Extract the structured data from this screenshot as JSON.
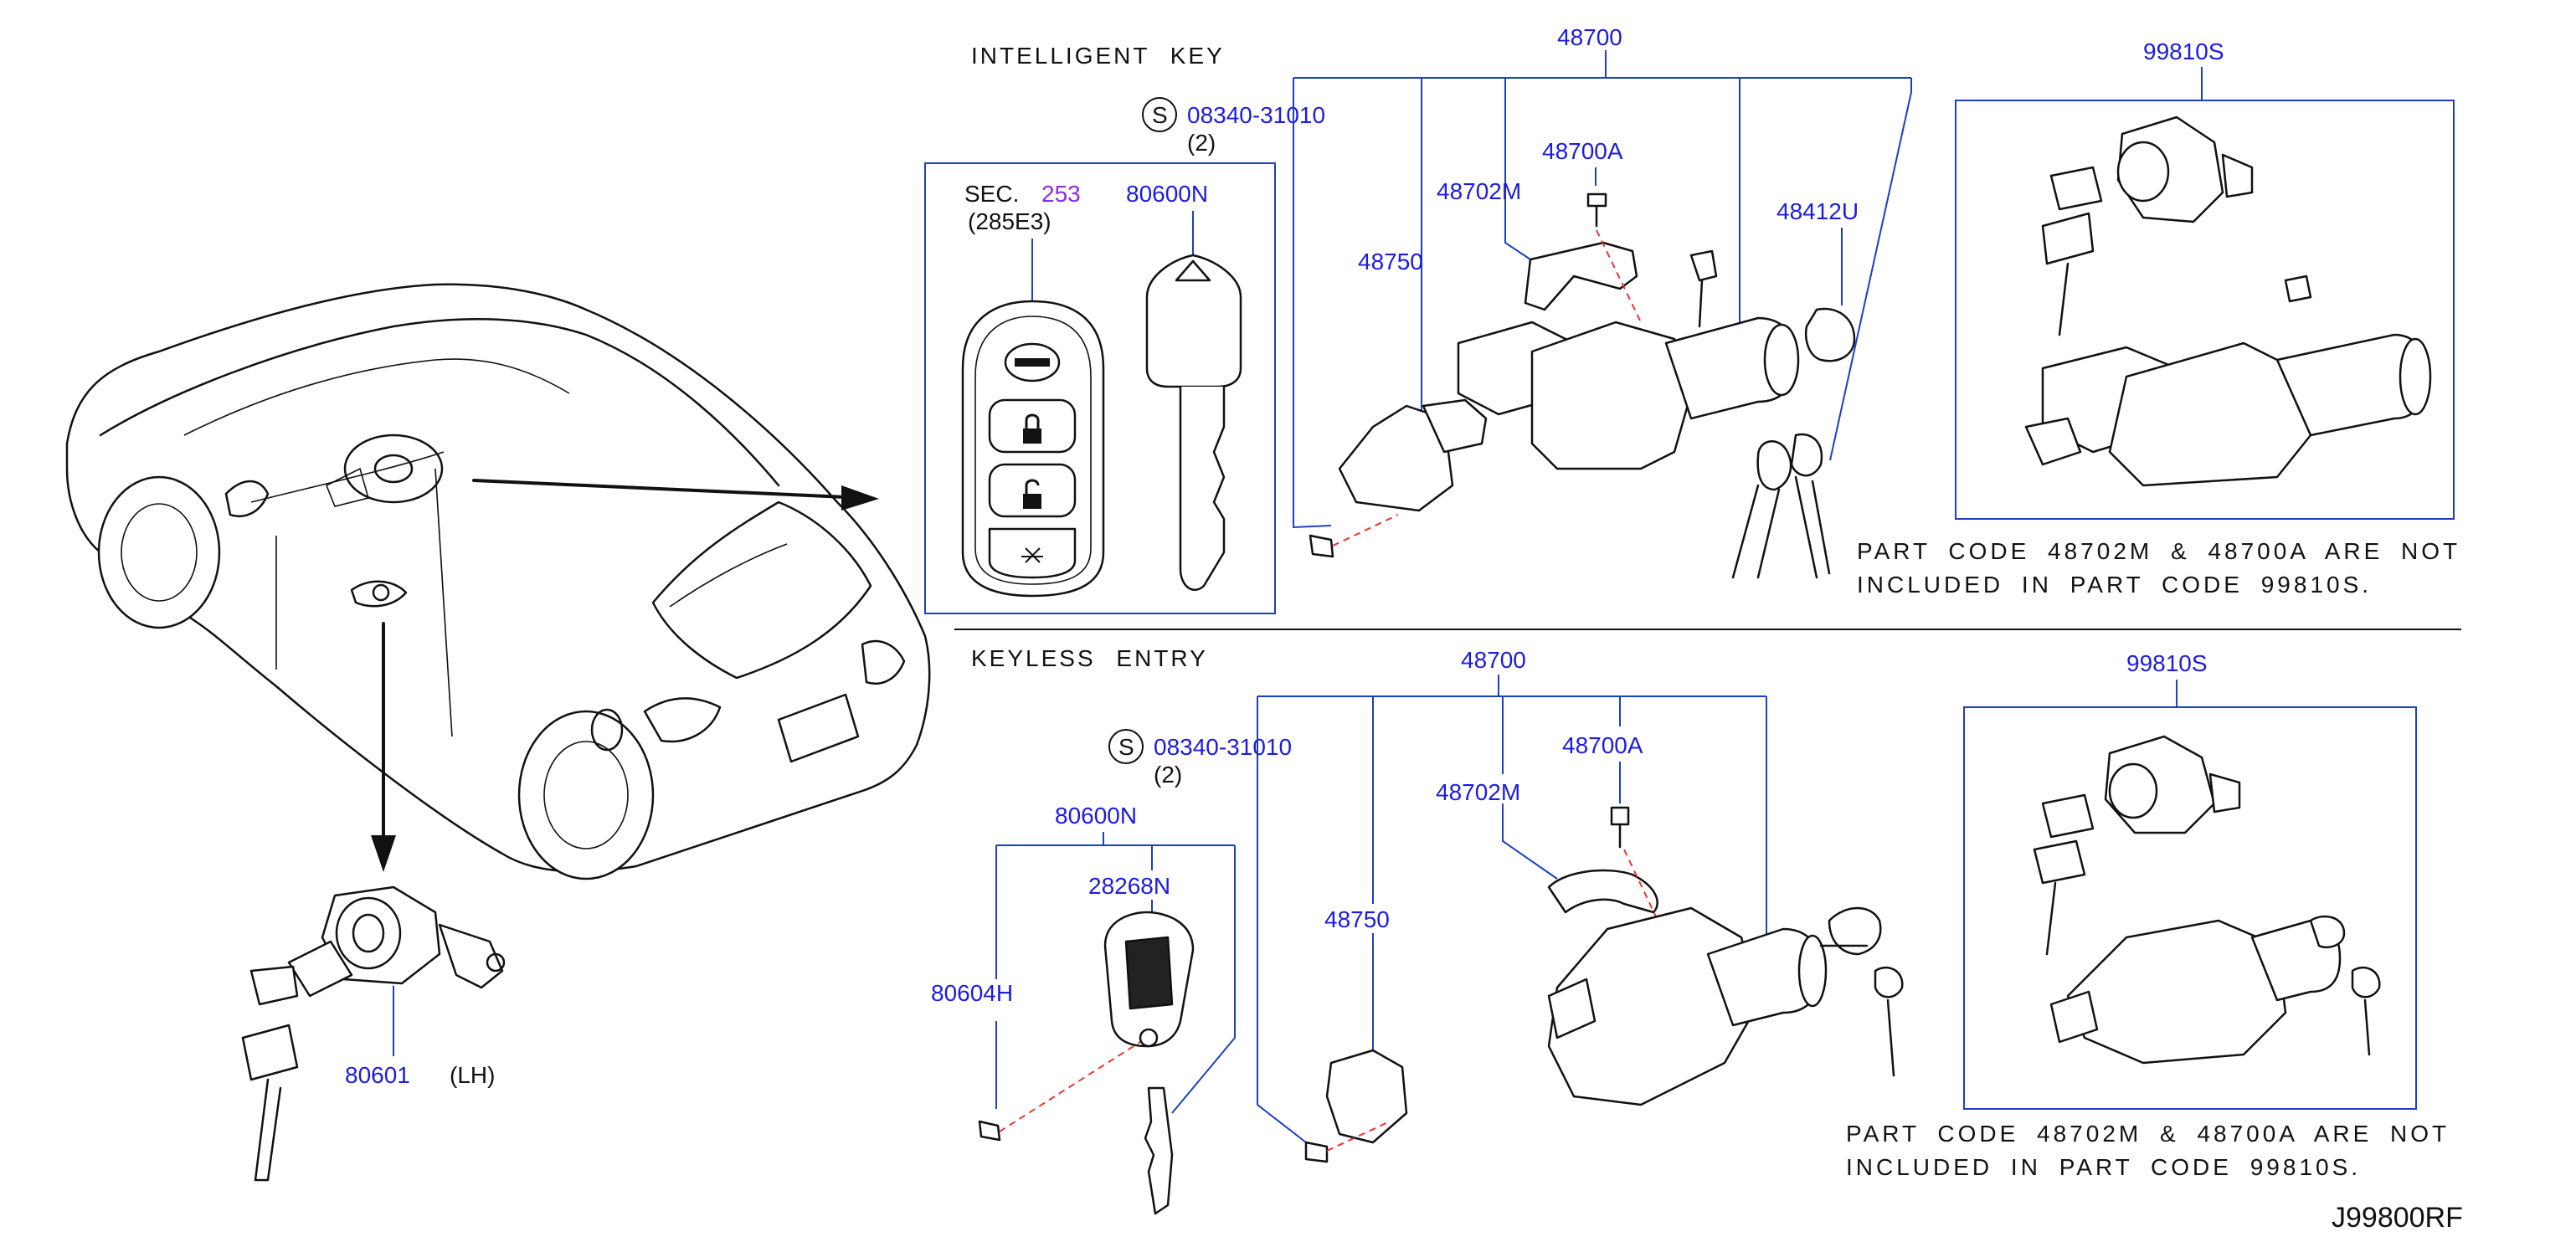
{
  "sections": {
    "intelligent_key_title": "INTELLIGENT   KEY",
    "keyless_entry_title": "KEYLESS   ENTRY"
  },
  "intelligent_key": {
    "screw_symbol": "S",
    "screw_part": "08340-31010",
    "screw_qty": "(2)",
    "sec_label": "SEC.",
    "sec_number": "253",
    "sec_ref": "(285E3)",
    "key_blank": "80600N",
    "kit": "48700",
    "bolt": "48700A",
    "clamp": "48702M",
    "cylinder": "48750",
    "knob": "48412U",
    "set": "99810S",
    "note_line1": "PART  CODE  48702M  &  48700A  ARE  NOT",
    "note_line2": "INCLUDED  IN  PART  CODE  99810S."
  },
  "keyless_entry": {
    "screw_symbol": "S",
    "screw_part": "08340-31010",
    "screw_qty": "(2)",
    "key_blank": "80600N",
    "transmitter": "28268N",
    "screw": "80604H",
    "kit": "48700",
    "bolt": "48700A",
    "clamp": "48702M",
    "cylinder": "48750",
    "set": "99810S",
    "note_line1": "PART  CODE  48702M  &  48700A  ARE  NOT",
    "note_line2": "INCLUDED  IN  PART  CODE  99810S."
  },
  "door_lock": {
    "part": "80601",
    "side": "(LH)"
  },
  "diagram_number": "J99800RF",
  "colors": {
    "part_number": "#1c1cdc",
    "section_ref": "#8a2be2",
    "leader_line": "#1c3fbf",
    "dashed_guide": "#e33333"
  }
}
